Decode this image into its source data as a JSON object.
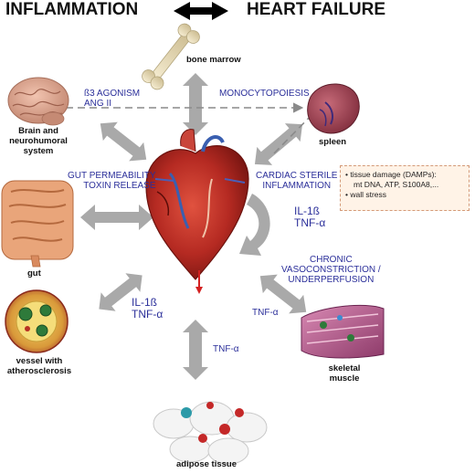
{
  "header": {
    "left": "INFLAMMATION",
    "right": "HEART FAILURE"
  },
  "nodes": {
    "bone_marrow": "bone marrow",
    "brain": [
      "Brain and",
      "neurohumoral",
      "system"
    ],
    "spleen": "spleen",
    "gut": "gut",
    "vessel": [
      "vessel with",
      "atherosclerosis"
    ],
    "skeletal_muscle": [
      "skeletal",
      "muscle"
    ],
    "adipose": "adipose tissue"
  },
  "mediators": {
    "brain": [
      "ß3 AGONISM",
      "ANG II"
    ],
    "spleen": "MONOCYTOPOIESIS",
    "gut": [
      "GUT PERMEABILITY",
      "TOXIN RELEASE"
    ],
    "cardiac": [
      "CARDIAC STERILE",
      "INFLAMMATION"
    ],
    "cardiac_cytokines": [
      "IL-1ß",
      "TNF-α"
    ],
    "muscle": [
      "CHRONIC",
      "VASOCONSTRICTION /",
      "UNDERPERFUSION"
    ],
    "muscle_cytokine": "TNF-α",
    "vessel_cytokines": [
      "IL-1ß",
      "TNF-α"
    ],
    "adipose_cytokine": "TNF-α"
  },
  "damp_box": {
    "items": [
      "tissue damage (DAMPs):",
      "mt DNA, ATP, S100A8,...",
      "wall stress"
    ]
  },
  "colors": {
    "arrow_gray": "#a9a9a9",
    "mediator_blue": "#2b2f9a",
    "box_border": "#d49a78",
    "box_fill": "#fff3e7"
  }
}
